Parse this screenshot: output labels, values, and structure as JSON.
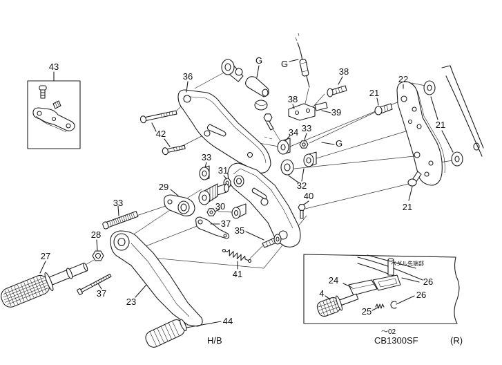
{
  "labels": [
    "43",
    "36",
    "G",
    "G",
    "38",
    "22",
    "21",
    "21",
    "42",
    "38",
    "39",
    "34",
    "33",
    "G",
    "33",
    "31",
    "32",
    "29",
    "40",
    "33",
    "30",
    "37",
    "21",
    "28",
    "35",
    "27",
    "41",
    "37",
    "23",
    "24",
    "26",
    "4",
    "26",
    "25",
    "44"
  ],
  "inset_note": "ペダル先端部",
  "caption": {
    "code": "H/B",
    "model": "CB1300SF",
    "side": "(R)",
    "revision": "〜02"
  }
}
